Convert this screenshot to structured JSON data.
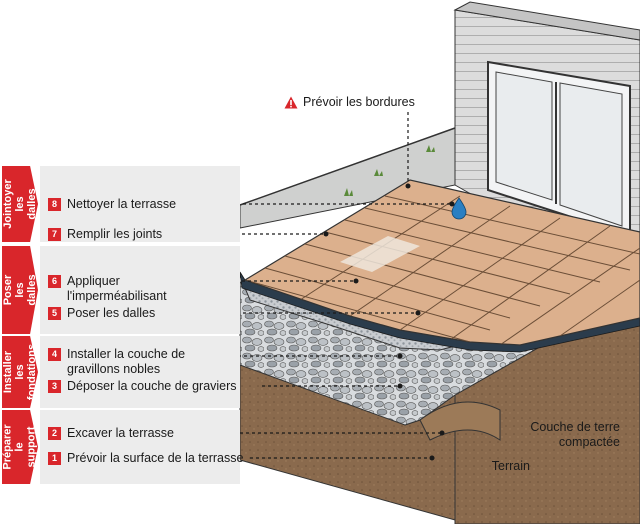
{
  "phases": [
    {
      "label": "Jointoyer les dalles"
    },
    {
      "label": "Poser les dalles"
    },
    {
      "label": "Installer les fondations"
    },
    {
      "label": "Préparer le support"
    }
  ],
  "steps": [
    {
      "number": "8",
      "label": "Nettoyer la terrasse"
    },
    {
      "number": "7",
      "label": "Remplir les joints"
    },
    {
      "number": "6",
      "label": "Appliquer l'imperméabilisant"
    },
    {
      "number": "5",
      "label": "Poser les dalles"
    },
    {
      "number": "4",
      "label": "Installer la couche de gravillons nobles"
    },
    {
      "number": "3",
      "label": "Déposer la couche de graviers"
    },
    {
      "number": "2",
      "label": "Excaver la terrasse"
    },
    {
      "number": "1",
      "label": "Prévoir la surface de la terrasse"
    }
  ],
  "callouts": {
    "borders": "Prévoir les bordures",
    "compacted_soil": "Couche de terre compactée",
    "ground": "Terrain"
  },
  "icons": {
    "warning": "warning-triangle-icon",
    "water_drop": "water-drop-icon"
  },
  "colors": {
    "accent_red": "#d9262b",
    "tile": "#dcb08d",
    "membrane": "#2b3c4c",
    "gravel": "#8e959c",
    "soil": "#8a6a4d",
    "wall": "#d8d8d8"
  }
}
